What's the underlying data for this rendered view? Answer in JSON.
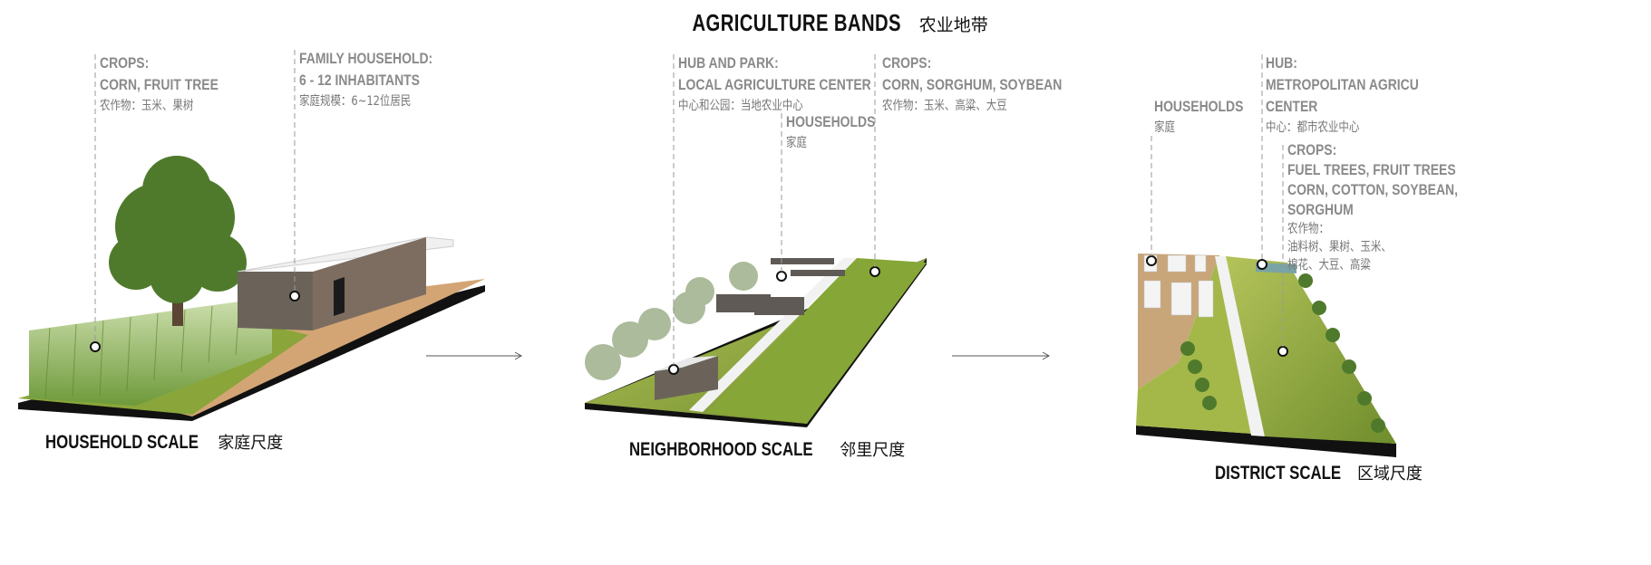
{
  "title": {
    "en": "AGRICULTURE BANDS",
    "zh": "农业地带"
  },
  "panels": {
    "household": {
      "scale_en": "HOUSEHOLD SCALE",
      "scale_zh": "家庭尺度",
      "crops": {
        "head": "CROPS:",
        "body": "CORN, FRUIT TREE",
        "zh": "农作物：玉米、果树"
      },
      "family": {
        "head": "FAMILY HOUSEHOLD:",
        "body": "6 - 12 INHABITANTS",
        "zh": "家庭规模：6~12位居民"
      }
    },
    "neighborhood": {
      "scale_en": "NEIGHBORHOOD SCALE",
      "scale_zh": "邻里尺度",
      "hub": {
        "head": "HUB AND PARK:",
        "body": "LOCAL AGRICULTURE CENTER",
        "zh": "中心和公园：当地农业中心"
      },
      "households": {
        "head": "HOUSEHOLDS",
        "zh": "家庭"
      },
      "crops": {
        "head": "CROPS:",
        "body": "CORN, SORGHUM, SOYBEAN",
        "zh": "农作物：玉米、高粱、大豆"
      }
    },
    "district": {
      "scale_en": "DISTRICT SCALE",
      "scale_zh": "区域尺度",
      "households": {
        "head": "HOUSEHOLDS",
        "zh": "家庭"
      },
      "hub": {
        "head": "HUB:",
        "line1": "METROPOLITAN AGRICULTURE",
        "line2": "CENTER",
        "zh": "中心：都市农业中心"
      },
      "crops": {
        "head": "CROPS:",
        "line1": "FUEL TREES, FRUIT TREES",
        "line2": "CORN, COTTON, SOYBEAN,",
        "line3": "SORGHUM",
        "zh1": "农作物：",
        "zh2": "油料树、果树、玉米、",
        "zh3": "棉花、大豆、高粱"
      }
    }
  },
  "colors": {
    "grass": "#8aa53a",
    "soil": "#d3a574",
    "base": "#111111",
    "leader": "#9a9a9a",
    "tree": "#4f7a2c"
  }
}
